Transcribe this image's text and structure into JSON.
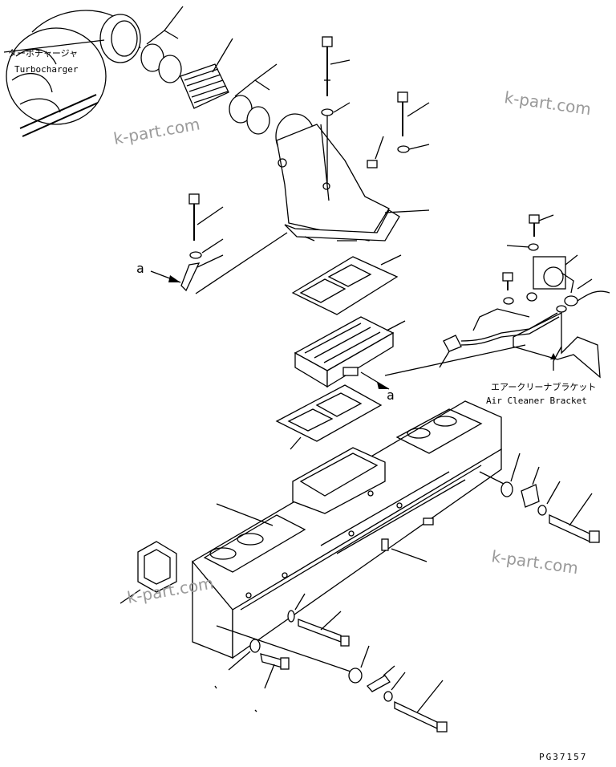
{
  "labels": {
    "turbocharger_jp": "ターボチャージャ",
    "turbocharger_en": "Turbocharger",
    "air_cleaner_bracket_jp": "エアークリーナブラケット",
    "air_cleaner_bracket_en": "Air Cleaner Bracket",
    "ref_a_1": "a",
    "ref_a_2": "a",
    "drawing_number": "PG37157"
  },
  "watermarks": [
    "k-part.com",
    "k-part.com",
    "k-part.com",
    "k-part.com"
  ]
}
